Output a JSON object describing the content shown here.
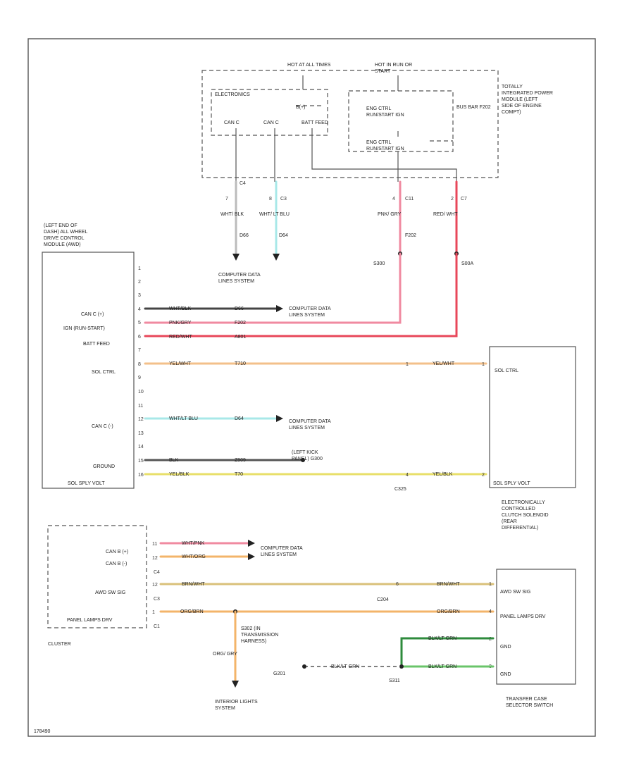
{
  "colors": {
    "black": "#333333",
    "lt_blue": "#a8e8e8",
    "pink": "#f08aa0",
    "red": "#e8475a",
    "yellow": "#e8df6a",
    "orange": "#f3b46a",
    "tan": "#d9c07a",
    "green": "#2e8b3c",
    "gray": "#9a9a9a"
  },
  "tipm": {
    "hot_at_all_times": "HOT AT ALL TIMES",
    "hot_in_run": "HOT IN RUN OR START",
    "electronics": "ELECTRONICS",
    "bplus": "B(+)",
    "can_c_1": "CAN C",
    "can_c_2": "CAN C",
    "batt_feed": "BATT FEED",
    "relay_top": "ENG CTRL RUN/START IGN",
    "relay_bottom": "ENG CTRL RUN/START IGN",
    "bus_bar": "BUS BAR F202",
    "title": "TOTALLY INTEGRATED POWER MODULE (LEFT SIDE OF ENGINE COMPT)"
  },
  "tipm_pins": {
    "p1": "7",
    "c1": "C4",
    "p2": "8",
    "c2": "C3",
    "p3": "4",
    "c3": "C11",
    "p4": "2",
    "c4": "C7"
  },
  "tipm_wires": {
    "w1": "WHT/ BLK",
    "w1c": "D66",
    "w2": "WHT/ LT BLU",
    "w2c": "D64",
    "w3": "PNK/ GRY",
    "w3c": "F202",
    "w4": "RED/ WHT",
    "w4c": "S00A",
    "s1": "S300"
  },
  "can_sys_top": "COMPUTER DATA LINES SYSTEM",
  "awd": {
    "title": "(LEFT END OF DASH) ALL WHEEL DRIVE CONTROL MODULE (AWD)",
    "can_c_plus": "CAN C (+)",
    "ign": "IGN (RUN-START)",
    "batt": "BATT FEED",
    "sol_ctrl": "SOL CTRL",
    "can_c_minus": "CAN C (-)",
    "ground": "GROUND",
    "sol_sply": "SOL SPLY VOLT",
    "pins": [
      "1",
      "2",
      "3",
      "4",
      "5",
      "6",
      "7",
      "8",
      "9",
      "10",
      "11",
      "12",
      "13",
      "14",
      "15",
      "16"
    ]
  },
  "awd_wires": {
    "r4": "WHT/BLK",
    "r4c": "D66",
    "r5": "PNK/GRY",
    "r5c": "F202",
    "r6": "RED/WHT",
    "r6c": "A801",
    "r8": "YEL/WHT",
    "r8c": "T710",
    "r8b": "YEL/WHT",
    "r12": "WHT/LT BLU",
    "r12c": "D64",
    "r15": "BLK",
    "r15c": "Z909",
    "r16": "YEL/BLK",
    "r16c": "T70",
    "r16b": "YEL/BLK",
    "c8": "1",
    "c16": "4",
    "cc": "C325"
  },
  "can_sys_mid": "COMPUTER DATA LINES SYSTEM",
  "can_sys_awd": "COMPUTER DATA LINES SYSTEM",
  "left_kick": "(LEFT KICK PANEL) G300",
  "solenoid": {
    "sol_ctrl": "SOL CTRL",
    "sol_sply": "SOL SPLY VOLT",
    "pin_a": "1",
    "pin_b": "2",
    "title": "ELECTRONICALLY CONTROLLED CLUTCH SOLENOID (REAR DIFFERENTIAL)"
  },
  "cluster": {
    "can_b_plus": "CAN B (+)",
    "can_b_minus": "CAN B (-)",
    "awd_sw": "AWD SW SIG",
    "panel": "PANEL LAMPS DRV",
    "title": "CLUSTER",
    "p1": "11",
    "p2": "12",
    "c1": "C4",
    "p3": "12",
    "c2": "C3",
    "p4": "1",
    "c3": "C1"
  },
  "cluster_wires": {
    "w1": "WHT/PNK",
    "w2": "WHT/ORG",
    "w3": "BRN/WHT",
    "w4": "ORG/BRN",
    "c204": "C204",
    "p204": "6",
    "trans": "S302 (IN TRANSMISSION HARNESS)",
    "org_grn": "ORG/ GRY",
    "interior": "INTERIOR LIGHTS SYSTEM"
  },
  "can_sys_cluster": "COMPUTER DATA LINES SYSTEM",
  "tcs": {
    "awd": "AWD SW SIG",
    "panel": "PANEL LAMPS DRV",
    "gnd1": "GND",
    "gnd2": "GND",
    "p1": "1",
    "p2": "4",
    "p3": "2",
    "p4": "3",
    "title": "TRANSFER CASE SELECTOR SWITCH",
    "w1": "BLK/LT GRN",
    "w2": "BLK/LT GRN",
    "gw": "BLK/LT GRN",
    "g1": "G201",
    "s1": "S311"
  },
  "footer": "178490"
}
